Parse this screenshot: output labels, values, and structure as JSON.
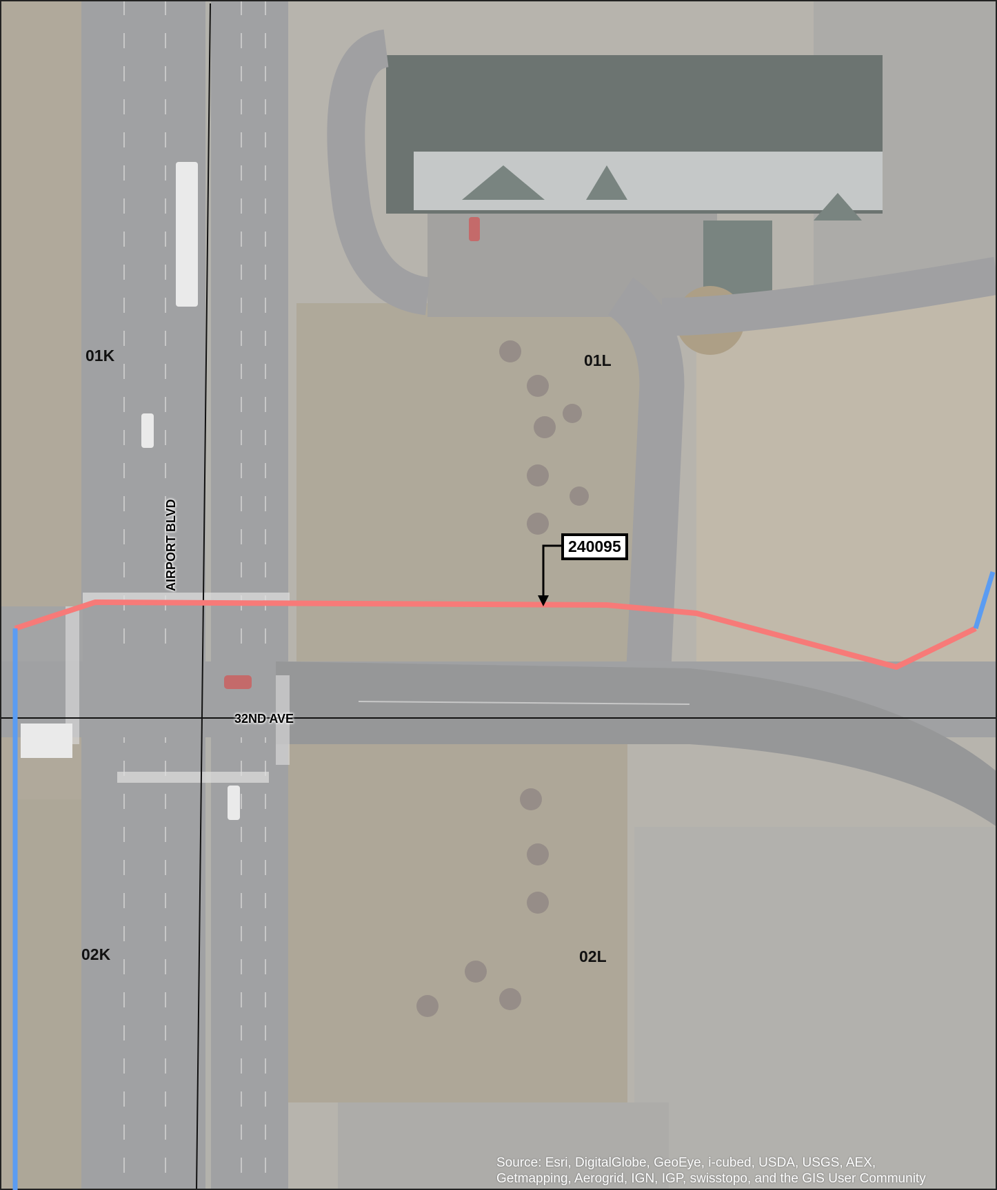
{
  "map": {
    "grid_labels": {
      "a": "01K",
      "b": "01L",
      "c": "02K",
      "d": "02L"
    },
    "streets": {
      "vertical": "AIRPORT BLVD",
      "horizontal": "32ND AVE"
    },
    "callout": {
      "id": "240095"
    },
    "attribution": {
      "line1": "Source: Esri, DigitalGlobe, GeoEye, i-cubed, USDA, USGS, AEX,",
      "line2": "Getmapping, Aerogrid, IGN, IGP, swisstopo, and the GIS User Community"
    },
    "colors": {
      "red_route": "#f77a78",
      "blue_route": "#5b9cf2",
      "grid_line": "#111111",
      "imagery_base": "#a9a59e"
    }
  }
}
